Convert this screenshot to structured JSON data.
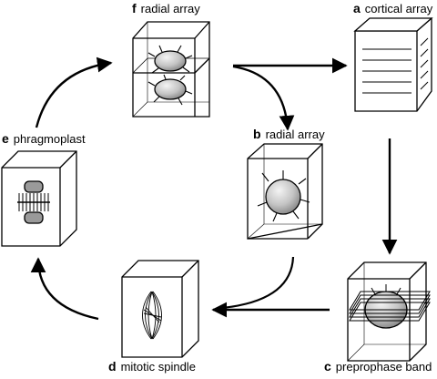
{
  "stages": {
    "a": {
      "letter": "a",
      "name": "cortical array"
    },
    "b": {
      "letter": "b",
      "name": "radial array"
    },
    "c": {
      "letter": "c",
      "name": "preprophase band"
    },
    "d": {
      "letter": "d",
      "name": "mitotic spindle"
    },
    "e": {
      "letter": "e",
      "name": "phragmoplast"
    },
    "f": {
      "letter": "f",
      "name": "radial array"
    }
  },
  "colors": {
    "stroke": "#000000",
    "background": "#ffffff",
    "nucleus_light": "#f2f2f2",
    "nucleus_dark": "#888888",
    "plate": "#9a9a9a"
  }
}
